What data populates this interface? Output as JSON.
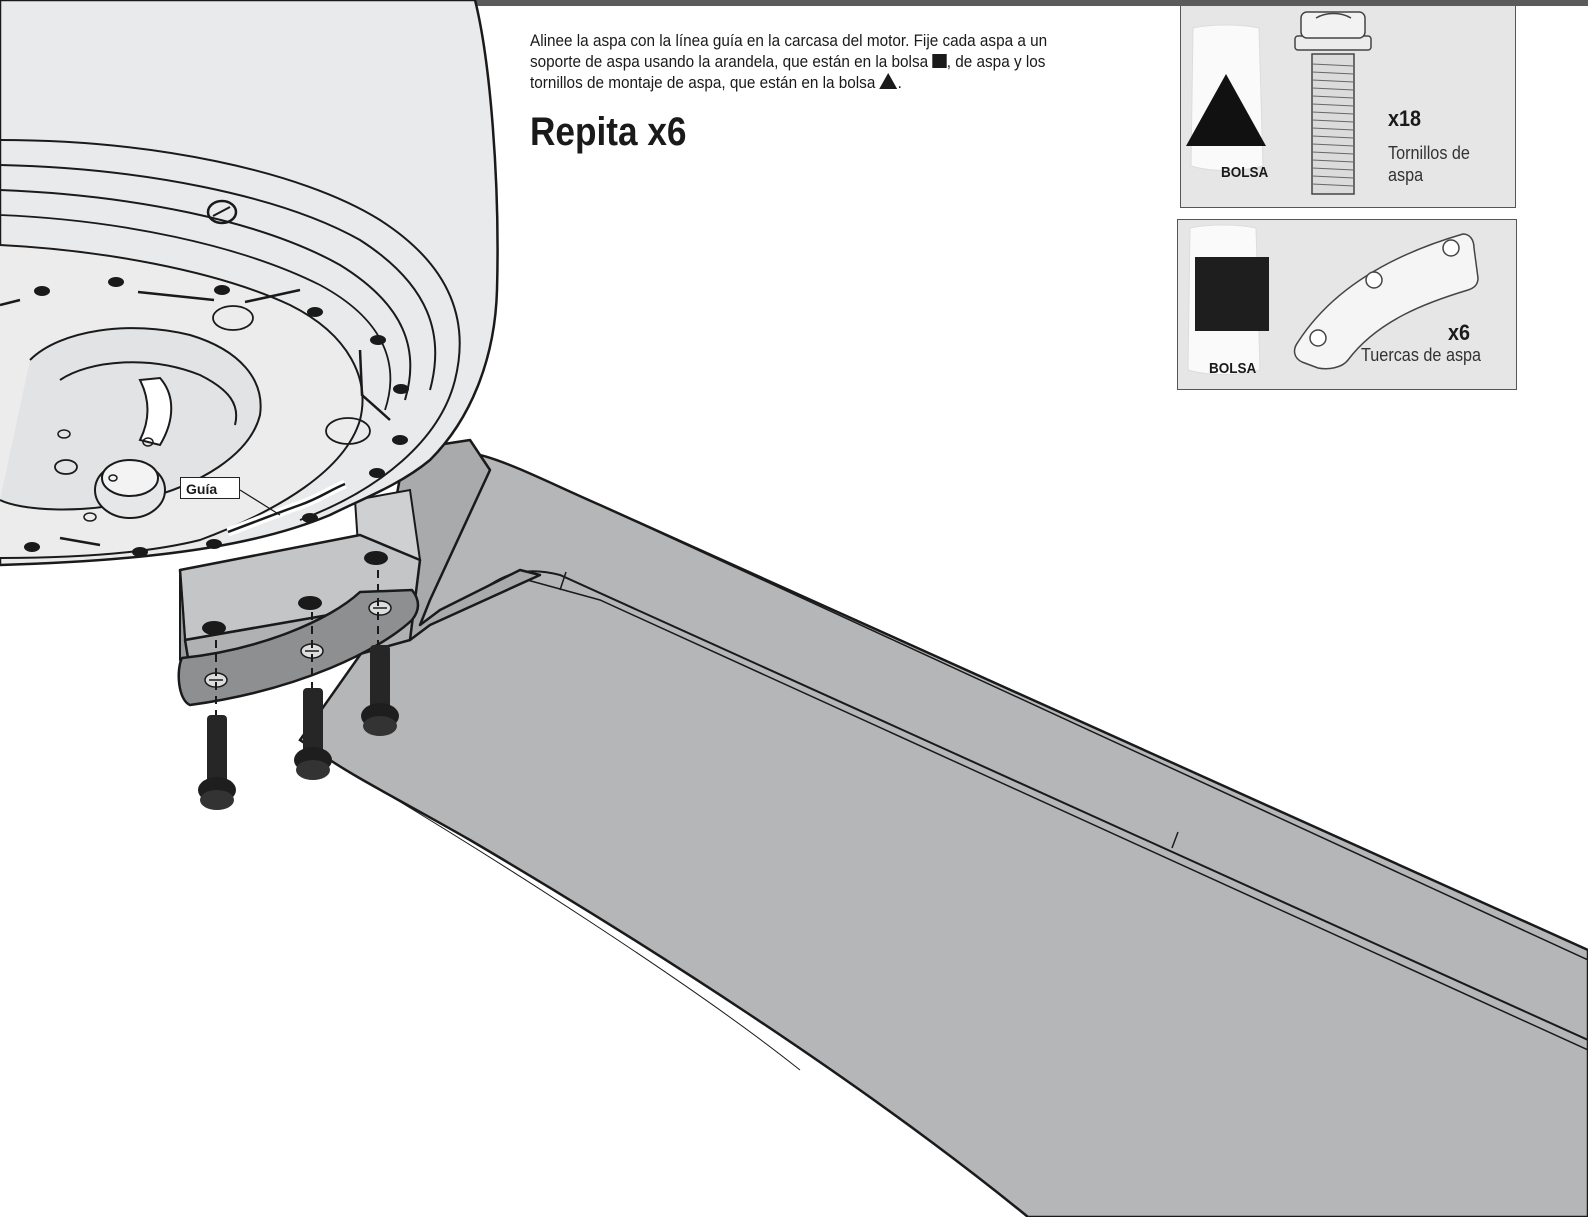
{
  "instructions": {
    "text_part1": "Alinee la aspa con la línea guía en la carcasa del motor. Fije cada aspa a un soporte de aspa usando la arandela, que están en la bolsa ",
    "square_symbol_icon": "black-square-icon",
    "text_part2": ", de aspa y los tornillos de montaje de aspa, que están en la bolsa ",
    "triangle_symbol_icon": "black-triangle-icon",
    "text_part3": "."
  },
  "repeat_label": "Repita x6",
  "guide_label": "Guía",
  "parts": {
    "screws": {
      "bag_label": "BOLSA",
      "bag_symbol": "triangle",
      "quantity": "x18",
      "description": "Tornillos de aspa"
    },
    "nuts": {
      "bag_label": "BOLSA",
      "bag_symbol": "square",
      "quantity": "x6",
      "description": "Tuercas de aspa"
    }
  },
  "colors": {
    "blade_gray": "#b5b6b8",
    "motor_light": "#e9eaeb",
    "bracket_gray": "#a9aaac",
    "panel_bg": "#e6e6e7",
    "ink": "#1a1a1a"
  }
}
